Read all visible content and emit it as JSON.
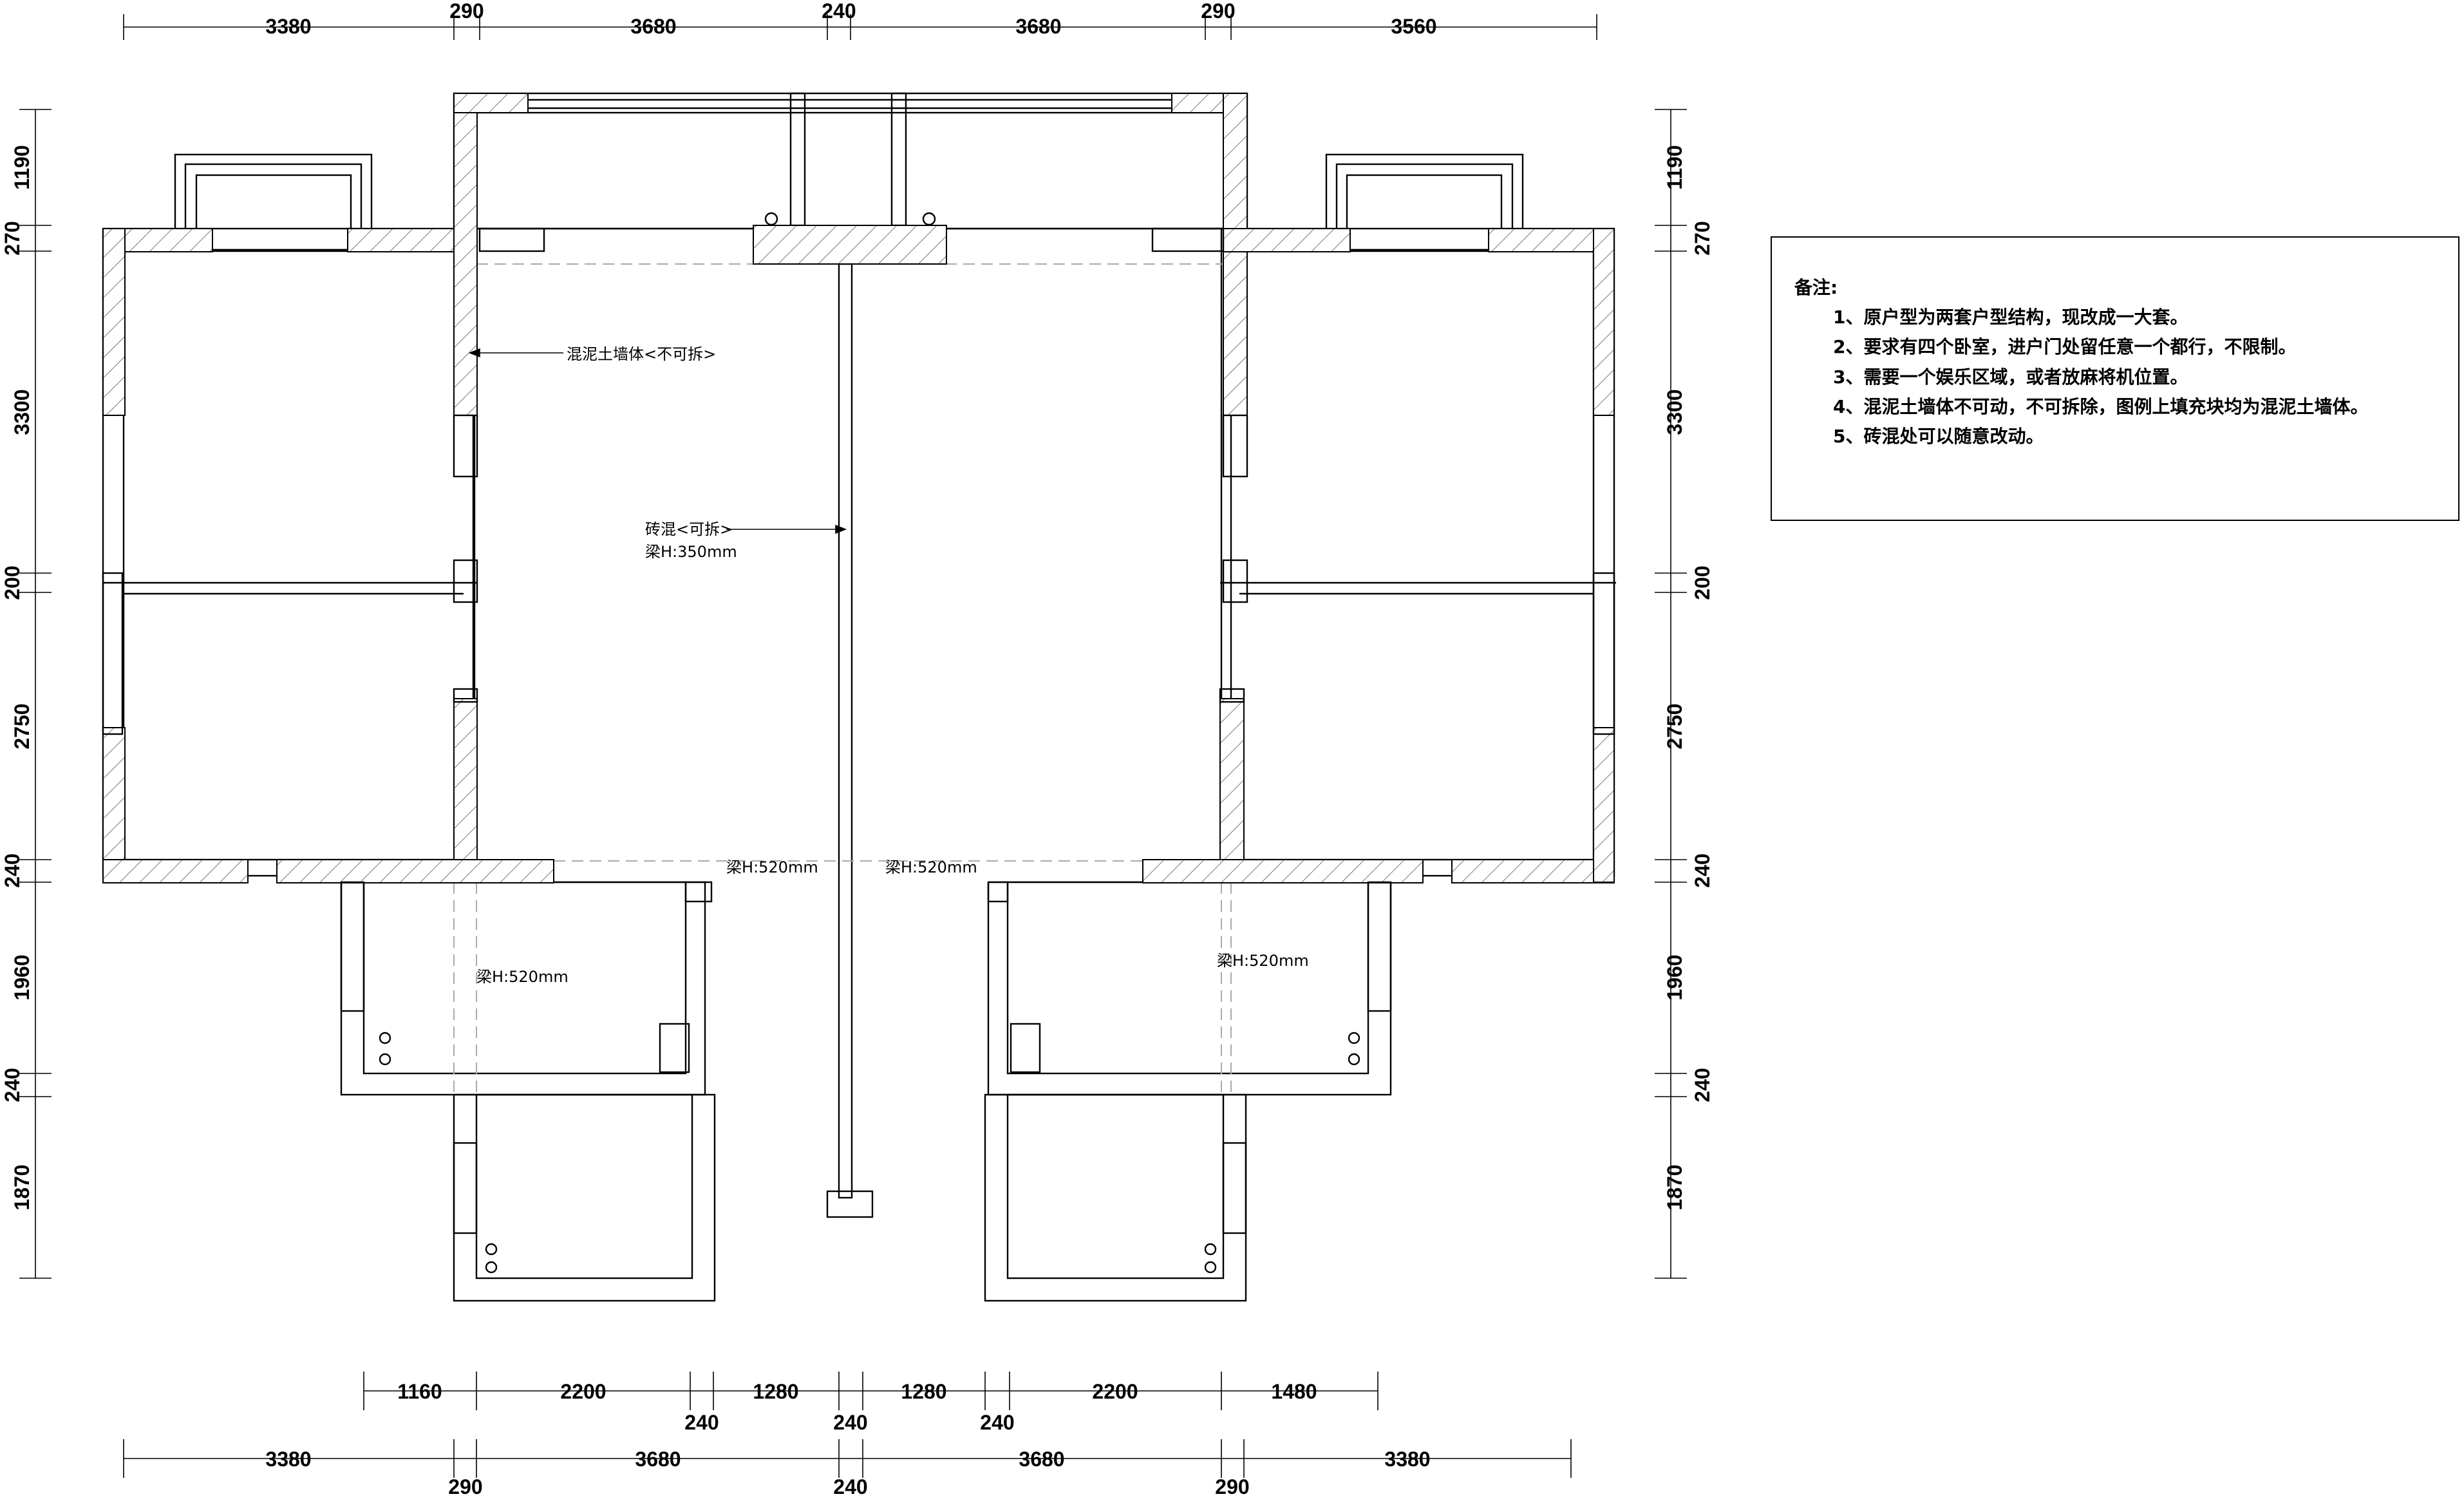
{
  "dimensions": {
    "top_row": [
      "3380",
      "290",
      "3680",
      "240",
      "3680",
      "290",
      "3560"
    ],
    "left_col": [
      "1190",
      "270",
      "3300",
      "200",
      "2750",
      "240",
      "1960",
      "240",
      "1870"
    ],
    "right_col": [
      "1190",
      "270",
      "3300",
      "200",
      "2750",
      "240",
      "1960",
      "240",
      "1870"
    ],
    "bottom_upper": [
      "1160",
      "2200",
      "1280",
      "1280",
      "2200",
      "1480"
    ],
    "bottom_upper_sub": [
      "240",
      "240",
      "240"
    ],
    "bottom_lower": [
      "3380",
      "3680",
      "3680",
      "3380"
    ],
    "bottom_lower_sub": [
      "290",
      "240",
      "290"
    ]
  },
  "labels": {
    "concrete_wall": "混泥土墙体<不可拆>",
    "brick_wall": "砖混<可拆>",
    "beam_350": "梁H:350mm",
    "beam_520_a": "梁H:520mm",
    "beam_520_b": "梁H:520mm",
    "beam_520_left": "梁H:520mm",
    "beam_520_right": "梁H:520mm"
  },
  "notes": {
    "title": "备注:",
    "items": [
      "1、原户型为两套户型结构，现改成一大套。",
      "2、要求有四个卧室，进户门处留任意一个都行，不限制。",
      "3、需要一个娱乐区域，或者放麻将机位置。",
      "4、混泥土墙体不可动，不可拆除，图例上填充块均为混泥土墙体。",
      "5、砖混处可以随意改动。"
    ]
  }
}
